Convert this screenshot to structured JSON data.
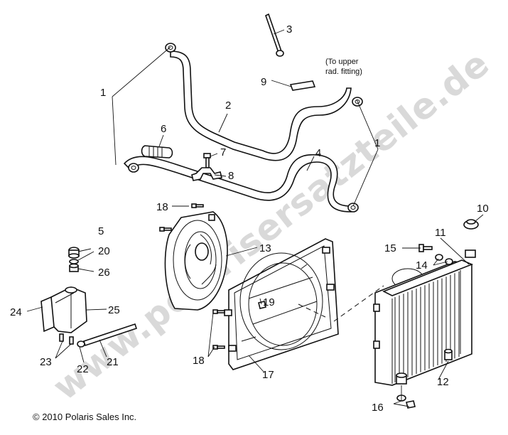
{
  "watermark": "www.polarisersatzteile.de",
  "copyright": "© 2010 Polaris Sales Inc.",
  "note": {
    "line1": "(To upper",
    "line2": "rad. fitting)"
  },
  "callouts": {
    "c1a": "1",
    "c1b": "1",
    "c2": "2",
    "c3": "3",
    "c4": "4",
    "c5": "5",
    "c6": "6",
    "c7": "7",
    "c8": "8",
    "c9": "9",
    "c10": "10",
    "c11": "11",
    "c12": "12",
    "c13": "13",
    "c14": "14",
    "c15": "15",
    "c16": "16",
    "c17": "17",
    "c18a": "18",
    "c18b": "18",
    "c19": "19",
    "c20": "20",
    "c21": "21",
    "c22": "22",
    "c23": "23",
    "c24": "24",
    "c25": "25",
    "c26": "26"
  }
}
